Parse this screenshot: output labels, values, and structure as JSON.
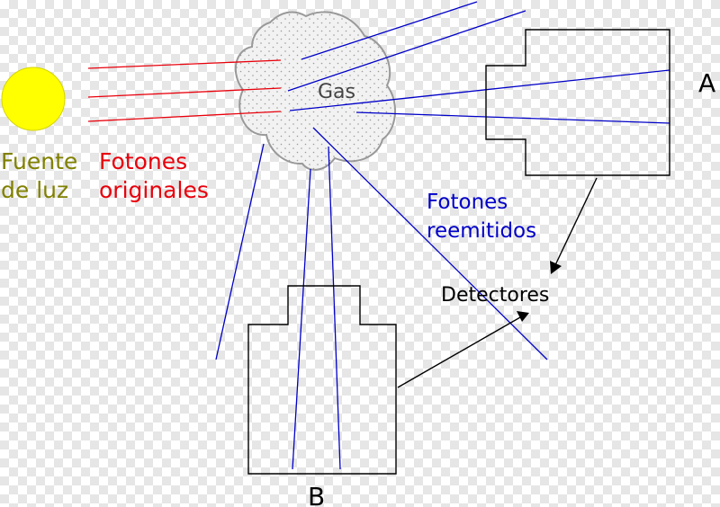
{
  "labels": {
    "source_line1": "Fuente",
    "source_line2": "de luz",
    "original_line1": "Fotones",
    "original_line2": "originales",
    "gas": "Gas",
    "reemitted_line1": "Fotones",
    "reemitted_line2": "reemitidos",
    "detectors": "Detectores",
    "detector_a": "A",
    "detector_b": "B"
  },
  "colors": {
    "sun_fill": "#ffff00",
    "sun_stroke": "#d4d400",
    "source_text": "#808000",
    "original_photons": "#e8000b",
    "reemitted_photons": "#0000c8",
    "gas_stroke": "#999999",
    "gas_fill": "#f2f2f2",
    "outline": "#000000"
  }
}
